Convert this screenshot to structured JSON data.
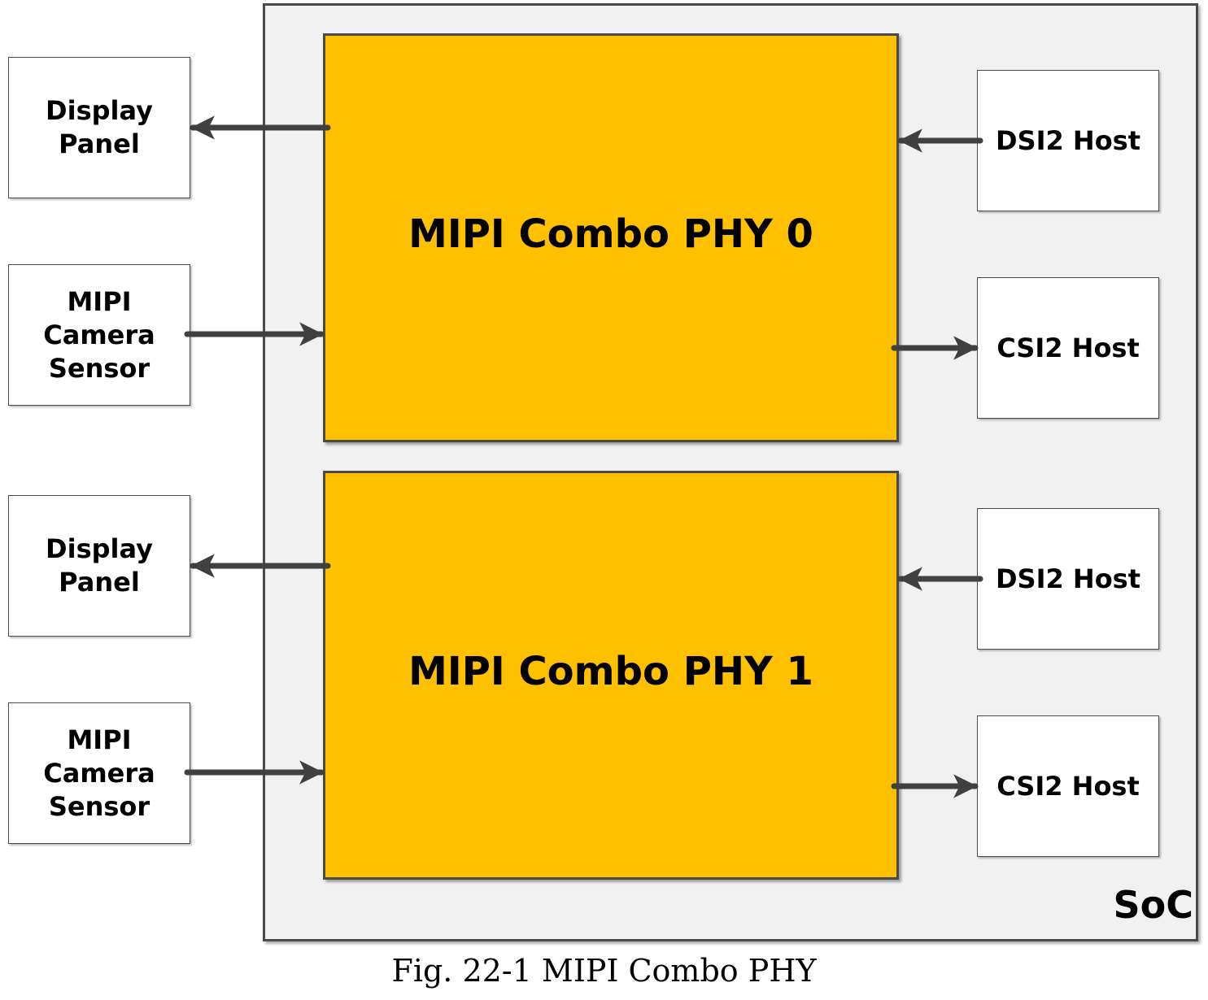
{
  "soc": {
    "label": "SoC"
  },
  "phys": [
    {
      "label": "MIPI Combo PHY 0"
    },
    {
      "label": "MIPI Combo PHY 1"
    }
  ],
  "left_blocks": [
    {
      "lines": [
        "Display",
        "Panel"
      ]
    },
    {
      "lines": [
        "MIPI",
        "Camera",
        "Sensor"
      ]
    },
    {
      "lines": [
        "Display",
        "Panel"
      ]
    },
    {
      "lines": [
        "MIPI",
        "Camera",
        "Sensor"
      ]
    }
  ],
  "right_blocks": [
    {
      "label": "DSI2 Host"
    },
    {
      "label": "CSI2 Host"
    },
    {
      "label": "DSI2 Host"
    },
    {
      "label": "CSI2 Host"
    }
  ],
  "caption": "Fig. 22-1 MIPI Combo PHY",
  "colors": {
    "phy_fill": "#ffc000",
    "soc_fill": "#f1f1f1",
    "arrow": "#404040"
  }
}
